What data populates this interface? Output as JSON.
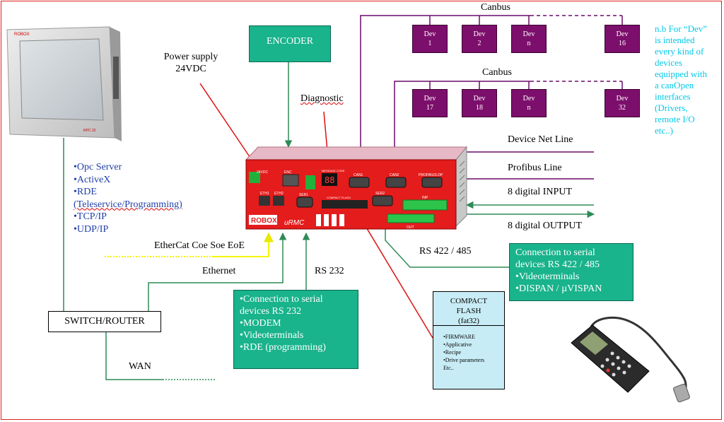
{
  "labels": {
    "encoder": "ENCODER",
    "power_supply": "Power supply",
    "power_voltage": "24VDC",
    "diagnostic": "Diagnostic",
    "canbus_top": "Canbus",
    "canbus_mid": "Canbus",
    "device_net": "Device Net Line",
    "profibus": "Profibus Line",
    "digital_input": "8 digital INPUT",
    "digital_output": "8 digital OUTPUT",
    "rs422": "RS 422 / 485",
    "rs232": "RS 232",
    "ethercat": "EtherCat Coe Soe EoE",
    "ethernet": "Ethernet",
    "switch_router": "SWITCH/ROUTER",
    "wan": "WAN"
  },
  "devices_row1": [
    {
      "top": "Dev",
      "bottom": "1"
    },
    {
      "top": "Dev",
      "bottom": "2"
    },
    {
      "top": "Dev",
      "bottom": "n"
    },
    {
      "top": "Dev",
      "bottom": "16"
    }
  ],
  "devices_row2": [
    {
      "top": "Dev",
      "bottom": "17"
    },
    {
      "top": "Dev",
      "bottom": "18"
    },
    {
      "top": "Dev",
      "bottom": "n"
    },
    {
      "top": "Dev",
      "bottom": "32"
    }
  ],
  "note": {
    "lines": [
      "n.b For “Dev”",
      "is intended",
      "every kind of",
      "devices",
      "equipped with",
      "a canOpen",
      "interfaces",
      "(Drivers,",
      "remote I/O",
      "etc..)"
    ]
  },
  "protocols": {
    "items": [
      "•Opc Server",
      "•ActiveX",
      "•RDE",
      "(Teleservice/Programming)",
      "•TCP/IP",
      "•UDP/IP"
    ]
  },
  "rs232_box": {
    "items": [
      "•Connection to serial",
      "devices RS 232",
      "•MODEM",
      "•Videoterminals",
      "•RDE (programming)"
    ]
  },
  "rs422_box": {
    "items": [
      "Connection to serial",
      "devices RS 422 / 485",
      "•Videoterminals",
      "•DISPAN / µVISPAN"
    ]
  },
  "flash": {
    "title1": "COMPACT",
    "title2": "FLASH",
    "title3": "(fat32)",
    "items": [
      "•FIRMWARE",
      "•Applicative",
      "•Recipe",
      "•Drive parameters",
      "Etc.."
    ]
  },
  "panel": {
    "brand": "ROBOX",
    "model": "RPC 22"
  },
  "controller": {
    "brand": "ROBOX",
    "model": "uRMC",
    "ports": [
      "24VDC",
      "ENC",
      "ETH1",
      "ETH2",
      "SER1",
      "MESSAGE CODE",
      "CAN1",
      "CAN2",
      "PROFIBUS-DP",
      "SER2",
      "COMPACT FLASH",
      "INP",
      "OUT"
    ]
  },
  "colors": {
    "purple": "#7d0f6c",
    "teal": "#19b38c",
    "red_arrow": "#e01010",
    "green_line": "#2e8b57",
    "yellow_line": "#f5f500",
    "cyan_text": "#00c8e8",
    "flash_bg": "#c8ecf5"
  }
}
